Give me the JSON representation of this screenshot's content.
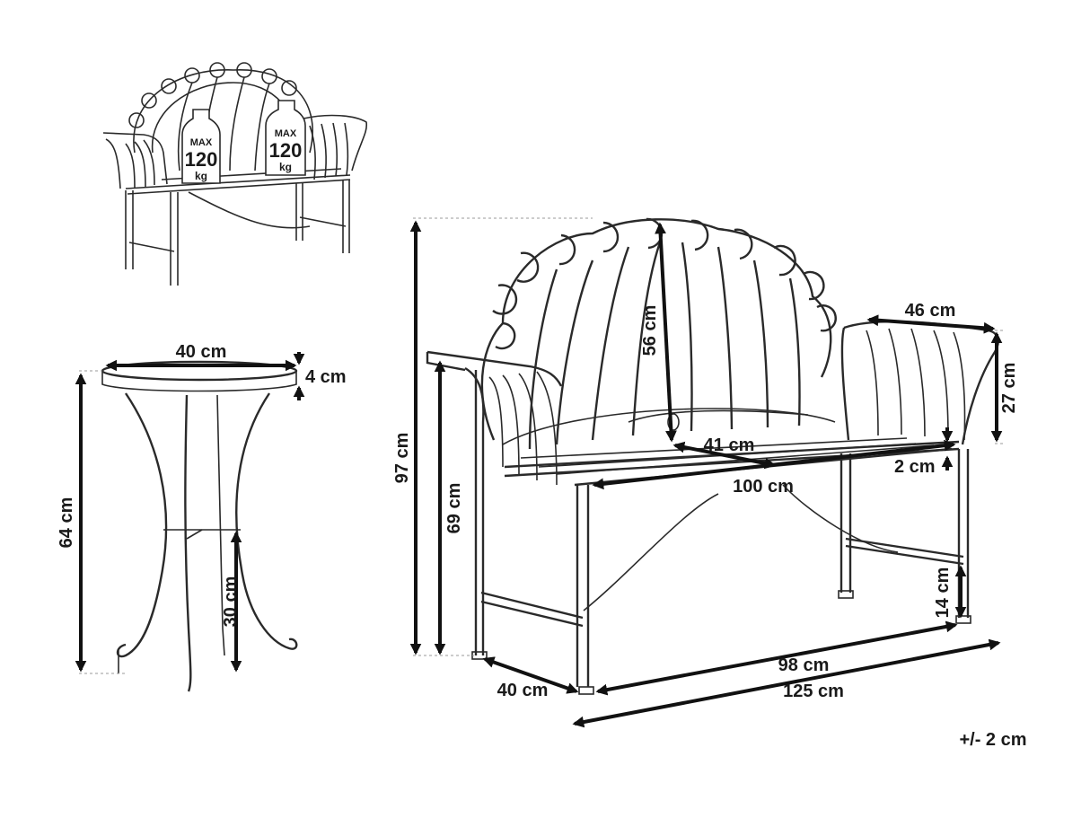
{
  "tolerance": "+/- 2 cm",
  "weight_badges": [
    {
      "label_max": "MAX",
      "value": "120",
      "unit": "kg"
    },
    {
      "label_max": "MAX",
      "value": "120",
      "unit": "kg"
    }
  ],
  "table_dimensions": {
    "diameter": "40 cm",
    "top_thickness": "4 cm",
    "height": "64 cm",
    "shelf_height": "30 cm"
  },
  "bench_dimensions": {
    "total_height": "97 cm",
    "armrest_height": "69 cm",
    "backrest_height": "56 cm",
    "armrest_length": "46 cm",
    "armrest_rise": "27 cm",
    "seat_depth": "41 cm",
    "seat_thickness": "2 cm",
    "seat_width": "100 cm",
    "ground_clearance": "14 cm",
    "leg_depth": "40 cm",
    "leg_width": "98 cm",
    "total_width": "125 cm"
  }
}
